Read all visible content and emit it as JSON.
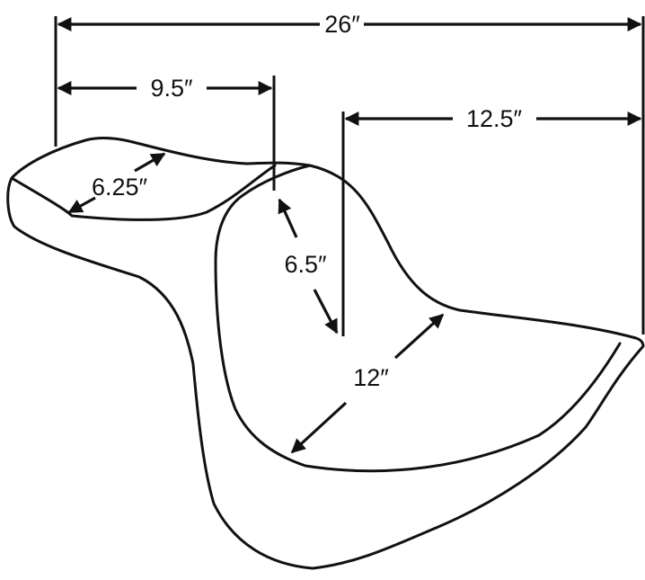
{
  "dimensions": {
    "overall_length": "26″",
    "passenger_length": "9.5″",
    "driver_length": "12.5″",
    "passenger_width": "6.25″",
    "backrest_height": "6.5″",
    "driver_width": "12″"
  },
  "colors": {
    "line": "#111111",
    "background": "#ffffff"
  }
}
